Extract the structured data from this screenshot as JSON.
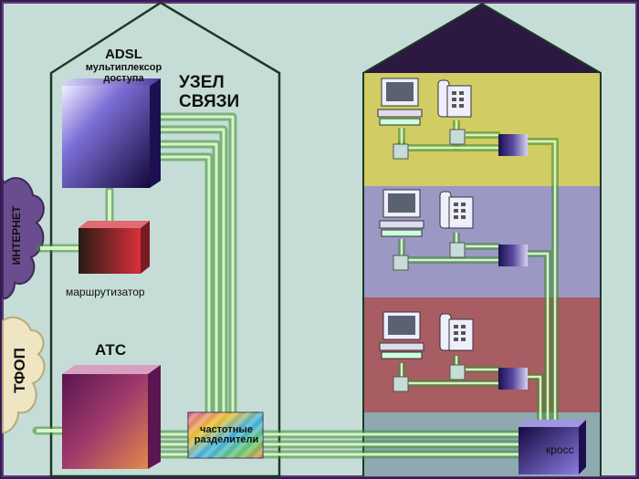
{
  "title": "ADSL в узле связи",
  "labels": {
    "adsl": "ADSL",
    "adsl_sub1": "мультиплексор",
    "adsl_sub2": "доступа",
    "node1": "УЗЕЛ",
    "node2": "СВЯЗИ",
    "router": "маршрутизатор",
    "ats": "АТС",
    "split1": "частотные",
    "split2": "разделители",
    "kross": "кросс",
    "internet": "ИНТЕРНЕТ",
    "tfop": "ТФОП"
  },
  "colors": {
    "background": "#3a1a55",
    "building": "#c6ddd7",
    "roof": "#2d1842",
    "floor1": "#d1cc64",
    "floor2": "#9b99c4",
    "floor3": "#a85d63",
    "floor4": "#8eaab0",
    "cable": "#d7f5c2",
    "cable_glow": "#3c8e34"
  }
}
